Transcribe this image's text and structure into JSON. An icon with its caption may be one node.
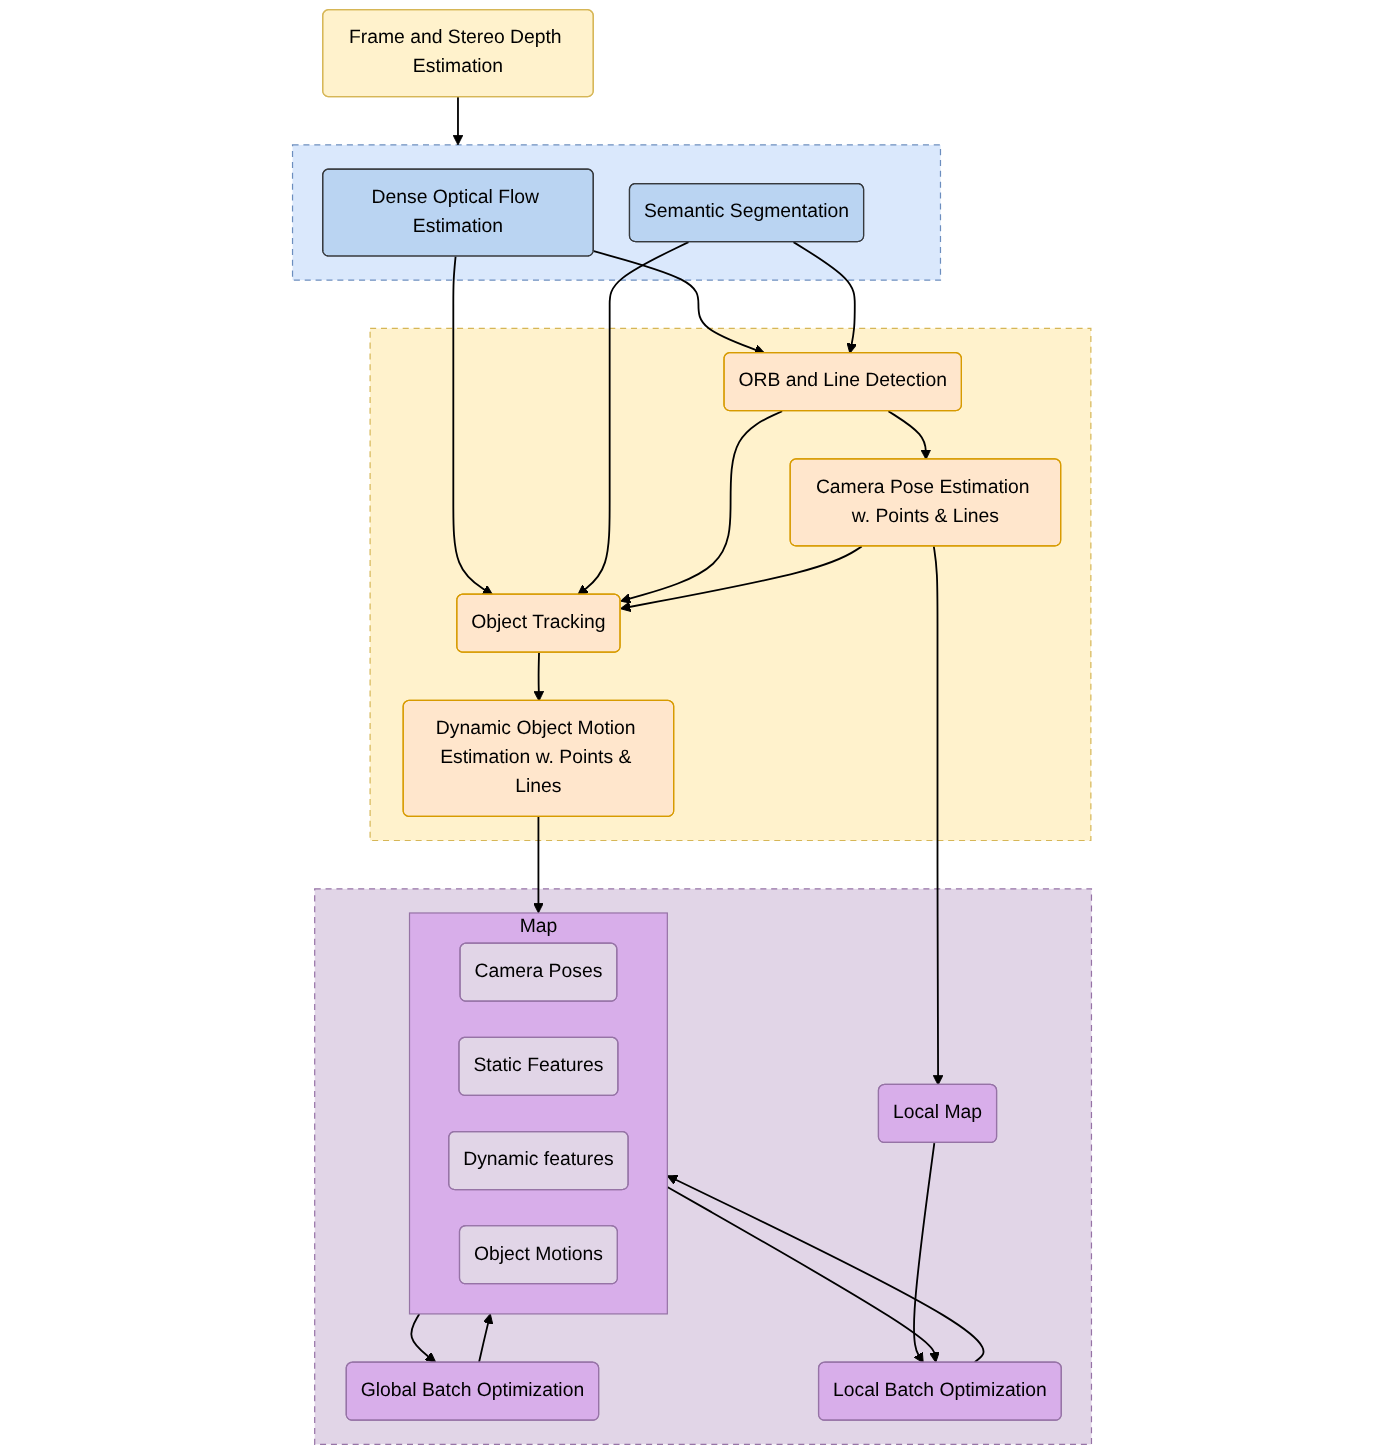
{
  "diagram": {
    "nodes": [
      {
        "text": [
          "Frame and Stereo Depth Estimation"
        ]
      },
      {
        "text": [],
        "shape": "box"
      },
      {
        "text": [
          "Dense Optical Flow Estimation"
        ],
        "in": 1
      },
      {
        "text": [
          "Semantic Segmentation"
        ],
        "in": 1
      },
      {
        "text": [],
        "shape": "box"
      },
      {
        "text": [
          "ORB and Line Detection"
        ],
        "in": 4
      },
      {
        "text": [
          "Object Tracking"
        ],
        "in": 4
      },
      {
        "text": [
          "Camera Pose Estimation w. Points & Lines"
        ],
        "in": 4
      },
      {
        "text": [
          "Dynamic Object Motion Estimation w. Points & Lines"
        ],
        "in": 4
      },
      {
        "text": [],
        "shape": "box"
      },
      {
        "text": [
          "Local Map"
        ],
        "in": 9
      },
      {
        "text": [
          "Global Batch Optimization"
        ],
        "in": 9
      },
      {
        "text": [
          "Local Batch Optimization"
        ],
        "in": 9
      },
      {
        "text": [
          "Map"
        ],
        "in": 9
      },
      {
        "text": [
          "Camera Poses"
        ],
        "in": 13
      },
      {
        "text": [
          "Static Features"
        ],
        "in": 13
      },
      {
        "text": [
          "Dynamic features"
        ],
        "in": 13
      },
      {
        "text": [
          "Object Motions"
        ],
        "in": 13
      }
    ],
    "edges": [
      {
        "from": 0,
        "to": 1,
        "arrow": "to"
      },
      {
        "from": 2,
        "to": 5,
        "arrow": "to"
      },
      {
        "from": 2,
        "to": 6,
        "arrow": "to"
      },
      {
        "from": 3,
        "to": 5,
        "arrow": "to"
      },
      {
        "from": 3,
        "to": 6,
        "arrow": "to"
      },
      {
        "from": 5,
        "to": 6,
        "arrow": "to"
      },
      {
        "from": 5,
        "to": 7,
        "arrow": "to"
      },
      {
        "from": 7,
        "to": 6,
        "arrow": "to"
      },
      {
        "from": 6,
        "to": 8,
        "arrow": "to"
      },
      {
        "from": 7,
        "to": 10,
        "arrow": "to"
      },
      {
        "from": 8,
        "to": 13,
        "arrow": "to"
      },
      {
        "from": 10,
        "to": 12,
        "arrow": "to"
      },
      {
        "from": 12,
        "to": 13,
        "arrow": "to"
      },
      {
        "from": 13,
        "to": 12,
        "arrow": "to"
      },
      {
        "from": 11,
        "to": 13,
        "arrow": "to"
      },
      {
        "from": 13,
        "to": 11,
        "arrow": "to"
      }
    ]
  }
}
